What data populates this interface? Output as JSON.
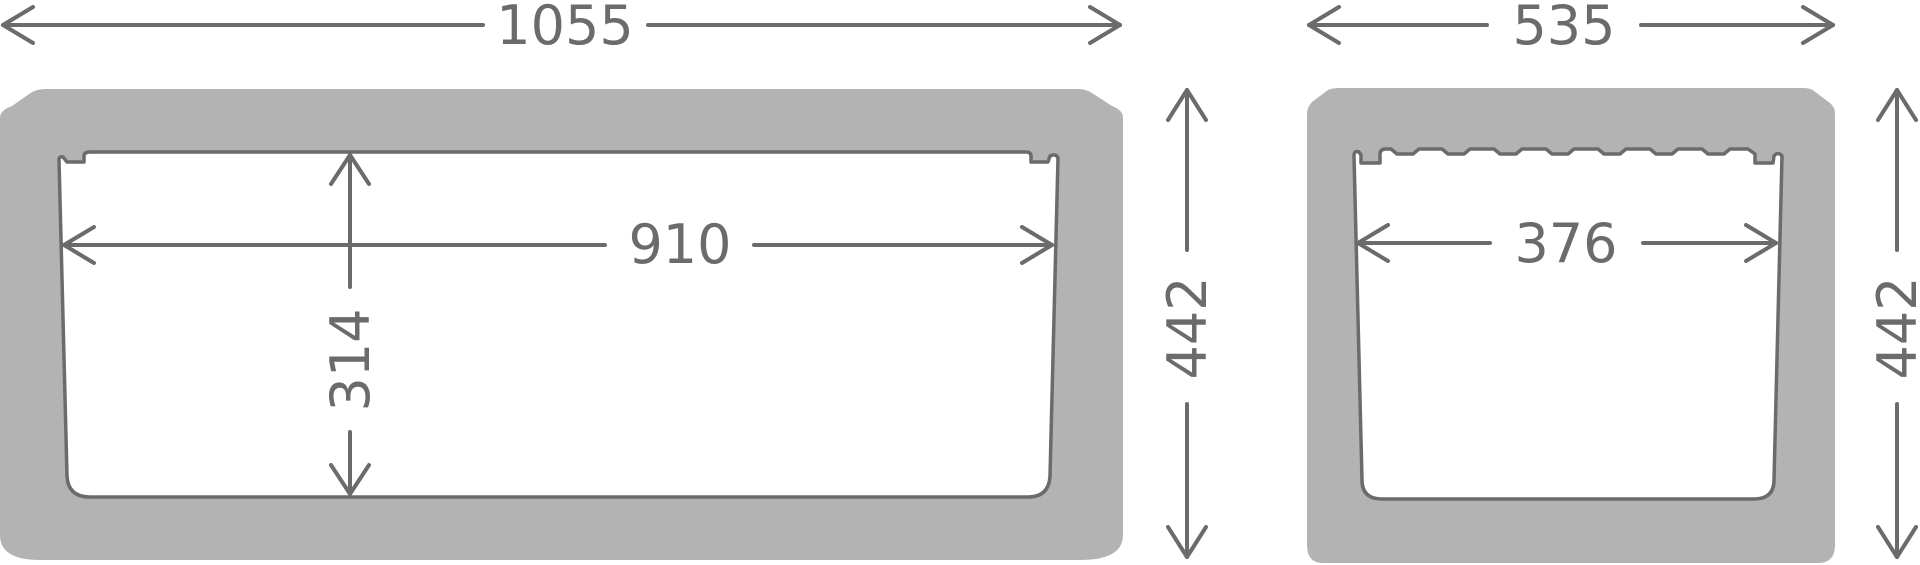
{
  "front_view": {
    "overall_width": "1055",
    "inner_width": "910",
    "inner_depth": "314",
    "overall_height": "442"
  },
  "side_view": {
    "overall_width": "535",
    "inner_width": "376",
    "overall_height": "442"
  },
  "colors": {
    "body": "#b3b3b3",
    "line": "#6b6b6b",
    "background": "#ffffff"
  }
}
